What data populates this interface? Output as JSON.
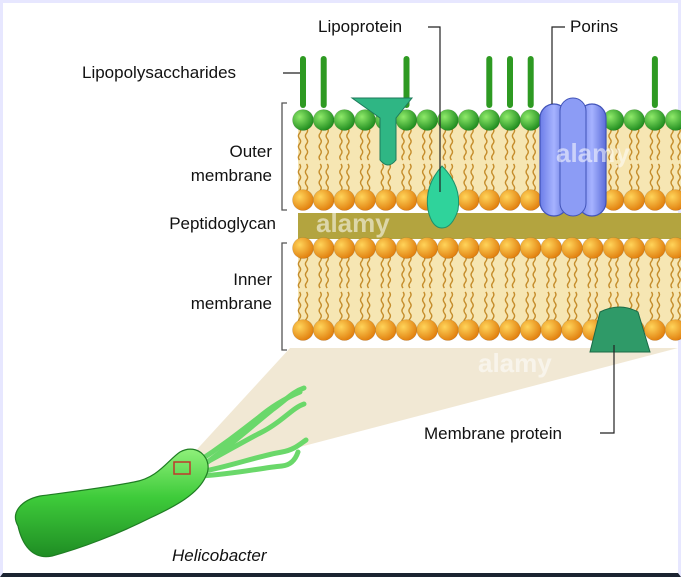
{
  "labels": {
    "lipopolysaccharides": "Lipopolysaccharides",
    "lipoprotein": "Lipoprotein",
    "porins": "Porins",
    "outer_membrane_line1": "Outer",
    "outer_membrane_line2": "membrane",
    "peptidoglycan": "Peptidoglycan",
    "inner_membrane_line1": "Inner",
    "inner_membrane_line2": "membrane",
    "membrane_protein": "Membrane protein",
    "organism": "Helicobacter"
  },
  "watermark": "alamy",
  "colors": {
    "lps_head": "#2fa826",
    "lps_chain": "#2e9a22",
    "lipid_head": "#f3a21c",
    "lipid_tail": "#c99436",
    "peptidoglycan": "#b3a43f",
    "lipoprotein": "#2fd39b",
    "porin": "#7d8cf2",
    "membrane_protein": "#2f9a68",
    "bacterium": "#3ecb3a",
    "zoom_cone": "#efe6cf"
  }
}
